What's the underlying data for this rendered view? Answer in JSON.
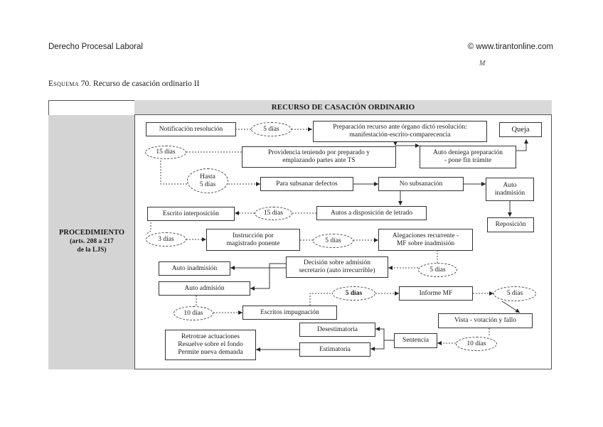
{
  "header": {
    "left": "Derecho Procesal Laboral",
    "right": "© www.tirantonline.com",
    "mark": "M"
  },
  "scheme": {
    "prefix": "Esquema",
    "title": "70. Recurso de casación ordinario II"
  },
  "top_bar": "RECURSO DE CASACIÓN ORDINARIO",
  "side": {
    "line1": "PROCEDIMIENTO",
    "line2": "(arts. 208 a 217",
    "line3": "de la LJS)"
  },
  "nodes": {
    "notificacion": "Notificación resolución",
    "preparacion_1": "Preparación recurso ante órgano dictó resolución:",
    "preparacion_2": "manifestación-escrito-comparecencia",
    "queja": "Queja",
    "providencia_1": "Providencia teniendo por preparado y",
    "providencia_2": "emplazando partes ante TS",
    "auto_deniega_1": "Auto deniega preparación",
    "auto_deniega_2": "- pone fin trámite",
    "subsanar": "Para subsanar defectos",
    "no_subsanacion": "No subsanación",
    "auto_inadmision_1": "Auto",
    "auto_inadmision_2": "inadmisión",
    "escrito_interposicion": "Escrito interposición",
    "autos_disposicion": "Autos a disposición de letrado",
    "reposicion": "Reposición",
    "instruccion_1": "Instrucción por",
    "instruccion_2": "magistrado ponente",
    "alegaciones_1": "Alegaciones recurrente -",
    "alegaciones_2": "MF sobre inadmisión",
    "decision_1": "Decisión sobre admisión",
    "decision_2": "secretario (auto irrecurrible)",
    "auto_inadmision_b": "Auto inadmisión",
    "auto_admision": "Auto admisión",
    "escritos_impugnacion": "Escritos impugnación",
    "informe_mf": "Informe MF",
    "vista": "Vista - votación y fallo",
    "desestimatoria": "Desestimatoria",
    "sentencia": "Sentencia",
    "estimatoria": "Estimatoria",
    "retrotrae_1": "Retrotrae actuaciones",
    "retrotrae_2": "Resuelve sobre el fondo",
    "retrotrae_3": "Permite nueva demanda"
  },
  "periods": {
    "p_5dias_a": "5 días",
    "p_15dias_a": "15 días",
    "p_hasta_1": "Hasta",
    "p_hasta_2": "5 días",
    "p_15dias_b": "15 días",
    "p_3dias": "3 días",
    "p_5dias_b": "5 días",
    "p_5dias_c": "5 días",
    "p_10dias_a": "10 días",
    "p_5dias_d": "5 días",
    "p_5dias_e": "5 días",
    "p_10dias_b": "10 días"
  }
}
